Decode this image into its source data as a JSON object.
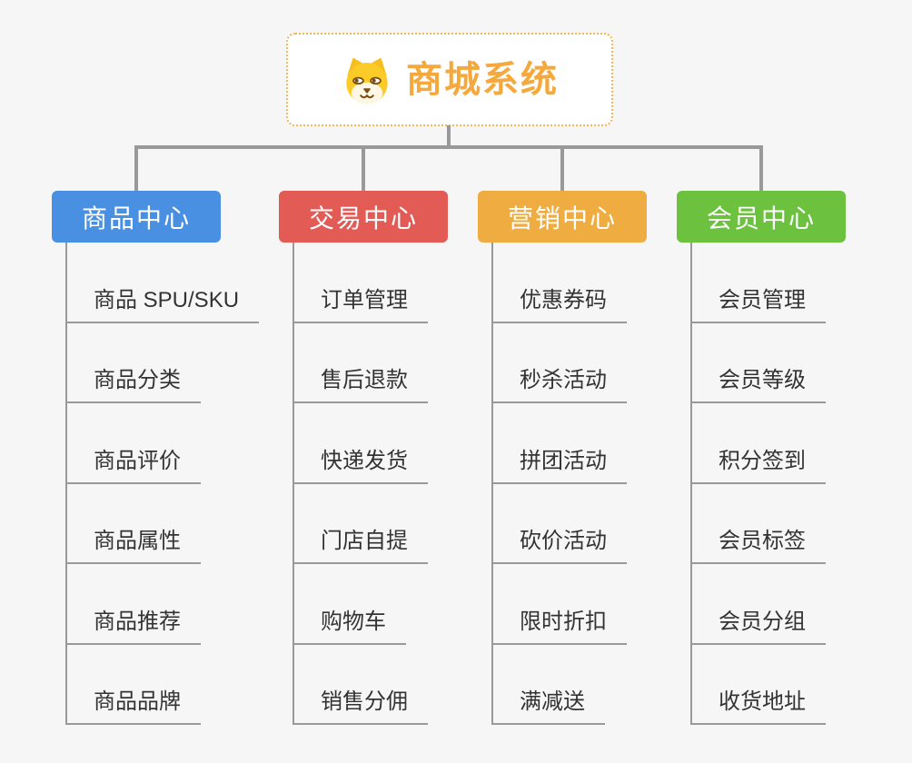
{
  "diagram": {
    "root": {
      "title": "商城系统",
      "icon": "dog-icon"
    },
    "branches": [
      {
        "label": "商品中心",
        "color": "#4A90E2",
        "children": [
          "商品 SPU/SKU",
          "商品分类",
          "商品评价",
          "商品属性",
          "商品推荐",
          "商品品牌"
        ]
      },
      {
        "label": "交易中心",
        "color": "#E25B55",
        "children": [
          "订单管理",
          "售后退款",
          "快递发货",
          "门店自提",
          "购物车",
          "销售分佣"
        ]
      },
      {
        "label": "营销中心",
        "color": "#EFAC40",
        "children": [
          "优惠券码",
          "秒杀活动",
          "拼团活动",
          "砍价活动",
          "限时折扣",
          "满减送"
        ]
      },
      {
        "label": "会员中心",
        "color": "#6CC13F",
        "children": [
          "会员管理",
          "会员等级",
          "积分签到",
          "会员标签",
          "会员分组",
          "收货地址"
        ]
      }
    ],
    "colors": {
      "background": "#F6F6F6",
      "root_border": "#F6B352",
      "root_title": "#F5A83B",
      "connector": "#999999",
      "leaf_line": "#999999",
      "leaf_text": "#333333"
    }
  }
}
